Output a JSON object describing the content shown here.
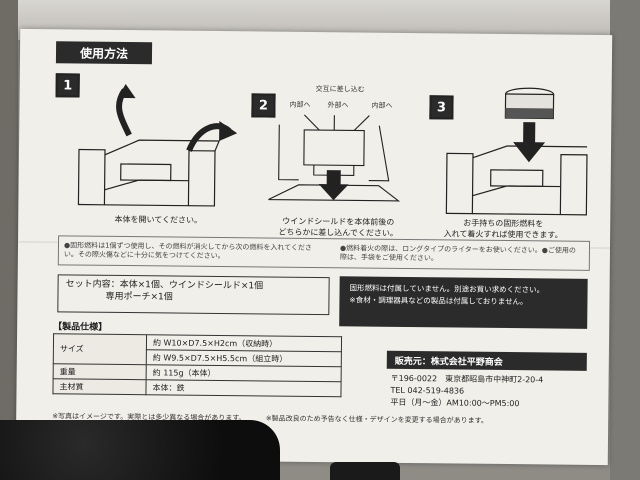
{
  "header": {
    "title": "使用方法"
  },
  "steps": [
    {
      "num": "1",
      "caption": "本体を開いてください。"
    },
    {
      "num": "2",
      "top_label": "交互に差し込む",
      "labels": [
        "内部へ",
        "外部へ",
        "内部へ"
      ],
      "caption_1": "ウインドシールドを本体前後の",
      "caption_2": "どちらかに差し込んでください。"
    },
    {
      "num": "3",
      "caption_1": "お手持ちの固形燃料を",
      "caption_2": "入れて着火すれば使用できます。"
    }
  ],
  "notes": {
    "left": "●固形燃料は1個ずつ使用し、その燃料が消火してから次の燃料を入れてください。その際火傷などに十分に気をつけてください。",
    "right": "●燃料着火の際は、ロングタイプのライターをお使いください。●ご使用の際は、手袋をご使用ください。"
  },
  "set_contents": {
    "line1": "セット内容：本体×1個、ウインドシールド×1個",
    "line2": "専用ポーチ×1個"
  },
  "black_note": {
    "line1": "固形燃料は付属していません。別途お買い求めください。",
    "line2": "※食材・調理器具などの製品は付属しておりません。"
  },
  "spec": {
    "heading": "【製品仕様】",
    "rows": [
      {
        "key": "サイズ",
        "value": "約 W10×D7.5×H2cm（収納時）"
      },
      {
        "key": "",
        "value": "約 W9.5×D7.5×H5.5cm（組立時）"
      },
      {
        "key": "重量",
        "value": "約 115g（本体）"
      },
      {
        "key": "主材質",
        "value": "本体：鉄"
      }
    ]
  },
  "seller": {
    "heading": "販売元：株式会社平野商会",
    "postal": "〒196-0022　東京都昭島市中神町2-20-4",
    "tel": "TEL 042-519-4836",
    "hours": "平日（月〜金）AM10:00〜PM5:00"
  },
  "footer": {
    "left": "※写真はイメージです。実際とは多少異なる場合があります。",
    "right": "※製品改良のため予告なく仕様・デザインを変更する場合があります。"
  }
}
